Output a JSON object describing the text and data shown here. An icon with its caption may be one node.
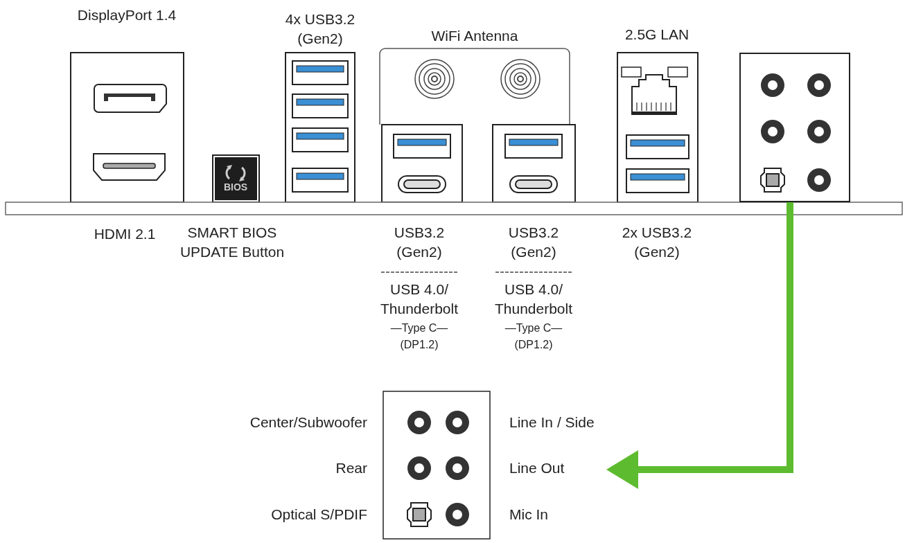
{
  "diagram": {
    "nodes": [
      {
        "text": [],
        "shape": "box"
      },
      {
        "text": [
          "Line Out"
        ]
      }
    ],
    "edges": [
      {
        "from": 0,
        "to": 1,
        "arrow": "to",
        "color": "#5dbb2f"
      }
    ],
    "labels": [
      "DisplayPort 1.4",
      "4x USB3.2 (Gen2)",
      "WiFi Antenna",
      "2.5G LAN",
      "BIOS",
      "HDMI 2.1",
      "SMART BIOS UPDATE Button",
      "USB3.2 (Gen2)",
      "USB 4.0/ Thunderbolt",
      "—Type C—",
      "(DP1.2)",
      "USB3.2 (Gen2)",
      "USB 4.0/ Thunderbolt",
      "—Type C—",
      "(DP1.2)",
      "2x USB3.2 (Gen2)",
      "Center/Subwoofer",
      "Line In / Side",
      "Rear",
      "Optical S/PDIF",
      "Mic In"
    ]
  }
}
